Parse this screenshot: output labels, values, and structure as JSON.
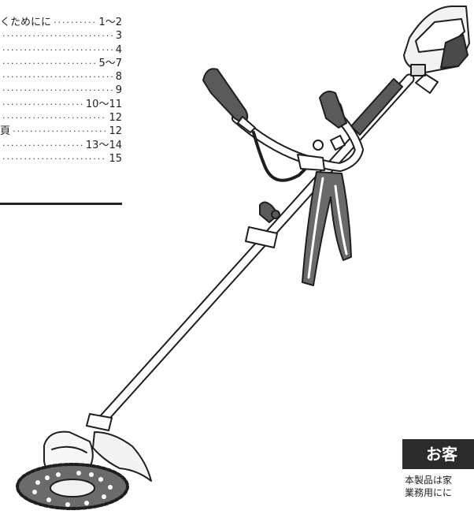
{
  "toc": {
    "rows": [
      {
        "title": "くためにに",
        "page": "1〜2"
      },
      {
        "title": "",
        "page": "3"
      },
      {
        "title": "",
        "page": "4"
      },
      {
        "title": "",
        "page": "5〜7"
      },
      {
        "title": "",
        "page": "8"
      },
      {
        "title": "",
        "page": "9"
      },
      {
        "title": "",
        "page": "10〜11"
      },
      {
        "title": "",
        "page": "12"
      },
      {
        "title": "頁",
        "page": "12"
      },
      {
        "title": "",
        "page": "13〜14"
      },
      {
        "title": "",
        "page": "15"
      }
    ]
  },
  "notice": {
    "heading": "お客",
    "line1": "本製品は家",
    "line2": "業務用にに"
  },
  "colors": {
    "ink": "#1e1e1e",
    "grip": "#555555",
    "body": "#f2f2f2",
    "notice_bg": "#2b2b2b"
  }
}
